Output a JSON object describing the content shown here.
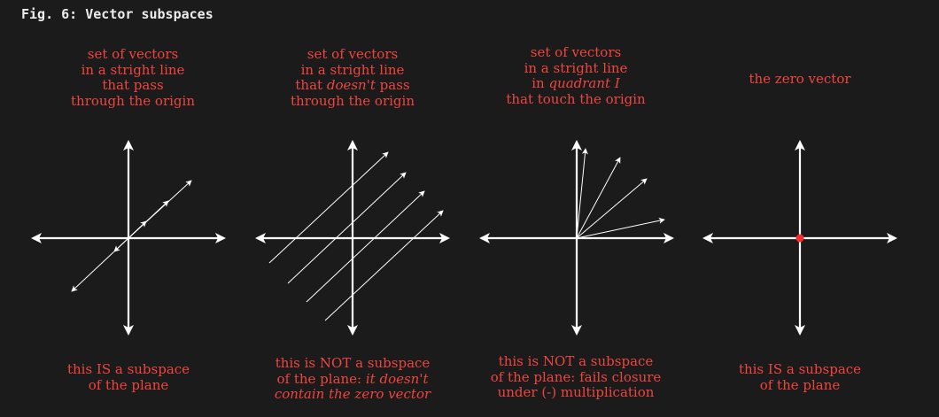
{
  "figure": {
    "title": "Fig. 6: Vector subspaces"
  },
  "panels": [
    {
      "id": "panel-1",
      "top_lines": [
        [
          {
            "t": "set of vectors"
          }
        ],
        [
          {
            "t": "in a stright line"
          }
        ],
        [
          {
            "t": "that pass"
          }
        ],
        [
          {
            "t": "through the origin"
          }
        ]
      ],
      "bottom_lines": [
        [
          {
            "t": "this IS a subspace"
          }
        ],
        [
          {
            "t": "of the plane"
          }
        ]
      ]
    },
    {
      "id": "panel-2",
      "top_lines": [
        [
          {
            "t": "set of vectors"
          }
        ],
        [
          {
            "t": "in a stright line"
          }
        ],
        [
          {
            "t": "that "
          },
          {
            "t": "doesn't",
            "i": true
          },
          {
            "t": " pass"
          }
        ],
        [
          {
            "t": "through the origin"
          }
        ]
      ],
      "bottom_lines": [
        [
          {
            "t": "this is NOT a subspace"
          }
        ],
        [
          {
            "t": "of the plane: "
          },
          {
            "t": "it doesn't",
            "i": true
          }
        ],
        [
          {
            "t": "contain the zero vector",
            "i": true
          }
        ]
      ]
    },
    {
      "id": "panel-3",
      "top_lines": [
        [
          {
            "t": "set of vectors"
          }
        ],
        [
          {
            "t": "in a stright line"
          }
        ],
        [
          {
            "t": "in "
          },
          {
            "t": "quadrant I",
            "i": true
          }
        ],
        [
          {
            "t": "that touch the origin"
          }
        ]
      ],
      "bottom_lines": [
        [
          {
            "t": "this is NOT a subspace"
          }
        ],
        [
          {
            "t": "of the plane: fails closure"
          }
        ],
        [
          {
            "t": "under (-) multiplication"
          }
        ]
      ]
    },
    {
      "id": "panel-4",
      "top_lines": [
        [
          {
            "t": "the zero vector"
          }
        ]
      ],
      "bottom_lines": [
        [
          {
            "t": "this IS a subspace"
          }
        ],
        [
          {
            "t": "of the plane"
          }
        ]
      ]
    }
  ],
  "colors": {
    "background": "#1b1b1b",
    "caption": "#f0453f",
    "axis": "#ffffff",
    "origin_dot": "#ff2a2a"
  }
}
